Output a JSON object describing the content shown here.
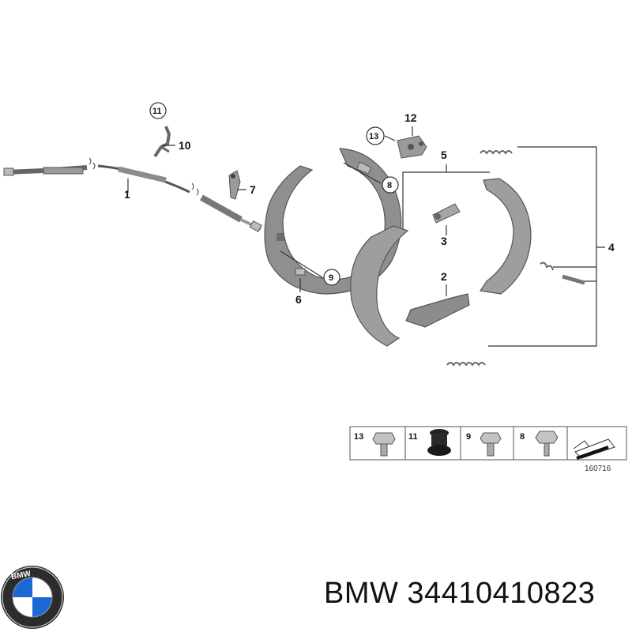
{
  "diagram": {
    "callouts": [
      "1",
      "2",
      "3",
      "4",
      "5",
      "6",
      "7",
      "8",
      "9",
      "10",
      "11",
      "12",
      "13"
    ],
    "legend": {
      "cells": [
        {
          "number": "13",
          "icon": "hex-bolt-icon"
        },
        {
          "number": "11",
          "icon": "rubber-grommet-icon"
        },
        {
          "number": "9",
          "icon": "hex-bolt-icon"
        },
        {
          "number": "8",
          "icon": "hex-bolt-icon"
        },
        {
          "number": "",
          "icon": "arrow-icon"
        }
      ],
      "diagram_code": "160716"
    }
  },
  "branding": {
    "logo_text": "BMW",
    "part_number": "BMW 34410410823"
  },
  "colors": {
    "part_fill": "#8a8a8a",
    "part_light": "#bdbdbd",
    "line": "#333333",
    "logo_blue": "#1c69d4"
  }
}
